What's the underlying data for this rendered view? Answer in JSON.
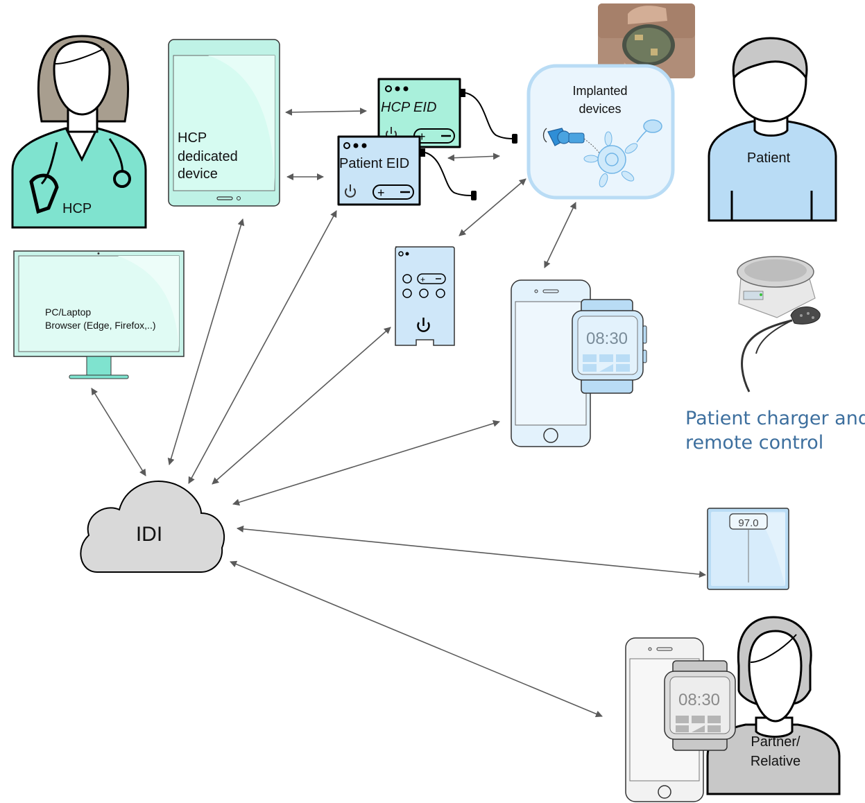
{
  "labels": {
    "hcp": "HCP",
    "hcp_device": [
      "HCP",
      "dedicated",
      "device"
    ],
    "hcp_eid": "HCP EID",
    "patient_eid": "Patient EID",
    "implanted": [
      "Implanted",
      "devices"
    ],
    "patient": "Patient",
    "pc": [
      "PC/Laptop",
      "Browser (Edge, Firefox,..)"
    ],
    "charger": [
      "Patient charger and",
      "remote control"
    ],
    "cloud": "IDI",
    "watch_time": "08:30",
    "scale_reading": "97.0",
    "partner": [
      "Partner/",
      "Relative"
    ]
  },
  "icons": [
    "hcp-person-icon",
    "tablet-icon",
    "eid-device-icon",
    "implant-icon",
    "patient-person-icon",
    "monitor-icon",
    "remote-control-icon",
    "smartphone-icon",
    "smartwatch-icon",
    "charger-photo-icon",
    "scale-icon",
    "cloud-icon",
    "partner-person-icon"
  ],
  "colors": {
    "hcp_teal": "#7fe3cf",
    "light_teal": "#d6fbf1",
    "patient_blue": "#b9dcf5",
    "light_blue": "#e3f2fc",
    "cloud_gray": "#d9d9d9",
    "hair_taupe": "#a89e8f",
    "partner_gray": "#c8c8c8",
    "charger_text": "#3d6f9e",
    "arrow": "#5a5a5a"
  }
}
